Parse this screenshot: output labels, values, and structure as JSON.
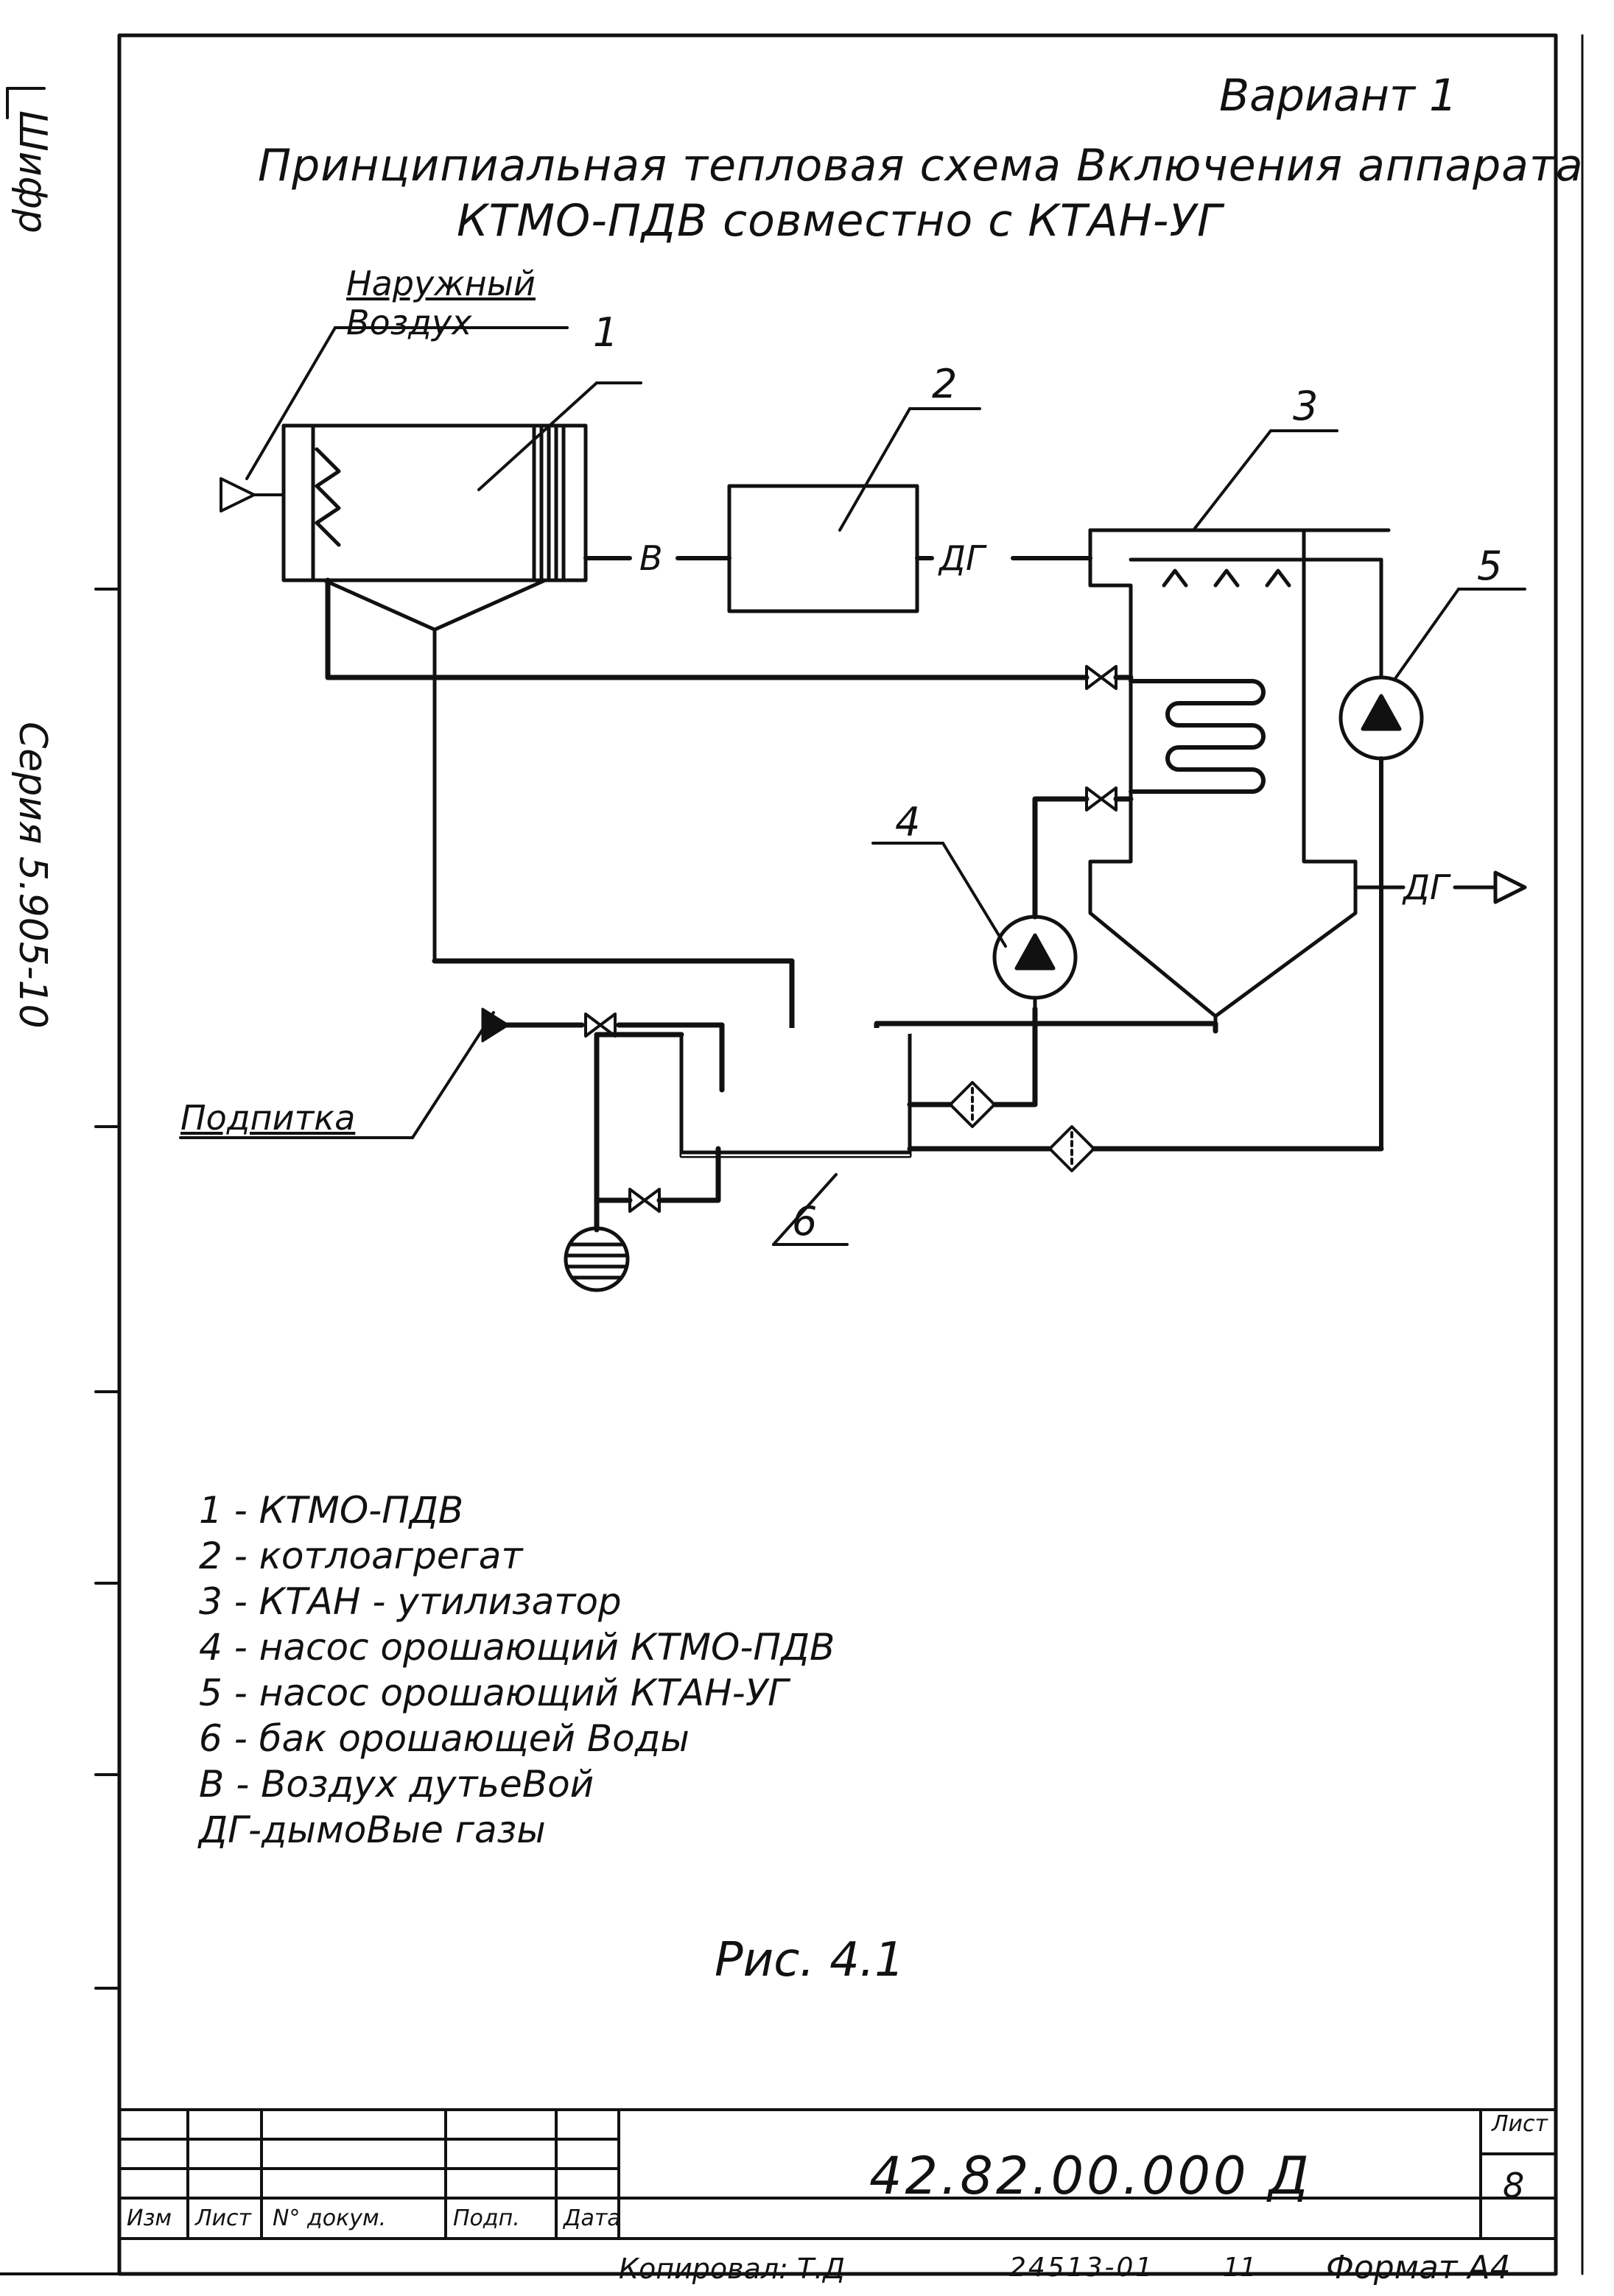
{
  "header": {
    "variant": "Вариант 1",
    "title_line1": "Принципиальная тепловая схема Включения аппарата",
    "title_line2": "КТМО-ПДВ совместно с КТАН-УГ"
  },
  "diagram": {
    "inlet_label_line1": "Наружный",
    "inlet_label_line2": "Воздух",
    "makeup_label": "Подпитка",
    "callouts": [
      "1",
      "2",
      "3",
      "4",
      "5",
      "6"
    ],
    "stream_air": "В",
    "stream_gas_1": "ДГ",
    "stream_gas_2": "ДГ"
  },
  "legend": [
    "1 - КТМО-ПДВ",
    "2 - котлоагрегат",
    "3 - КТАН - утилизатор",
    "4 - насос орошающий КТМО-ПДВ",
    "5 - насос орошающий КТАН-УГ",
    "6 - бак орошающей Воды",
    "В - Воздух дутьеВой",
    "ДГ-дымоВые газы"
  ],
  "caption": "Рис. 4.1",
  "title_block": {
    "doc_number": "42.82.00.000 Д",
    "sheet_label": "Лист",
    "sheet_number": "8",
    "col_izm": "Изм",
    "col_list": "Лист",
    "col_doc": "N° докум.",
    "col_sign": "Подп.",
    "col_date": "Дата",
    "copied": "Копировал: Т.Д",
    "code": "24513-01",
    "code2": "11",
    "format": "Формат А4"
  },
  "margin": {
    "left_text_top": "Шифр",
    "left_text_mid": "Серия 5.905-10"
  }
}
